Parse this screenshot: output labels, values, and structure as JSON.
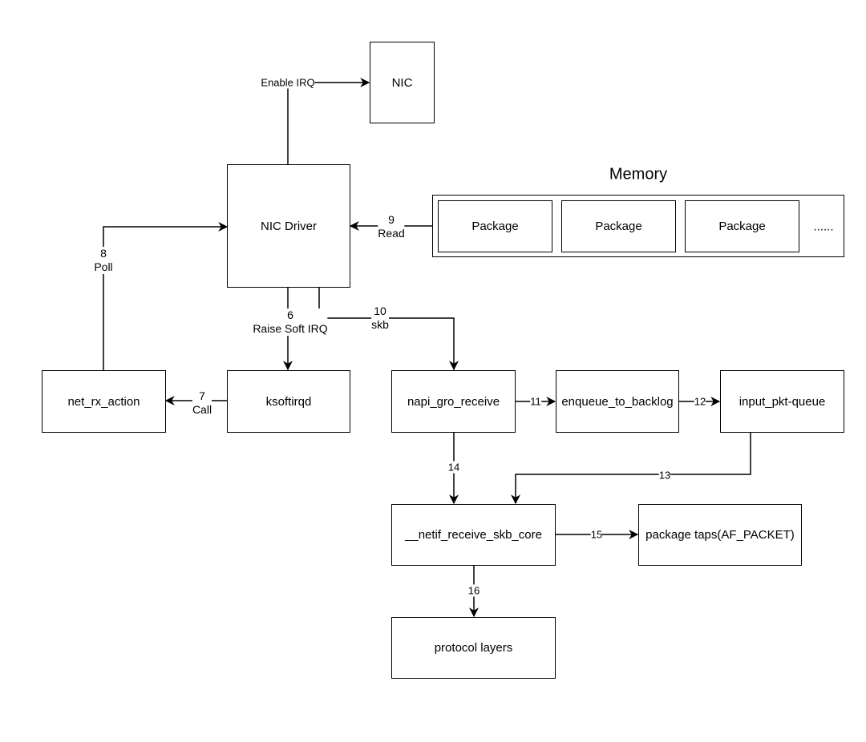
{
  "nodes": {
    "nic": "NIC",
    "nic_driver": "NIC Driver",
    "net_rx_action": "net_rx_action",
    "ksoftirqd": "ksoftirqd",
    "napi_gro_receive": "napi_gro_receive",
    "enqueue_to_backlog": "enqueue_to_backlog",
    "input_pkt_queue": "input_pkt-queue",
    "netif_receive_skb_core": "__netif_receive_skb_core",
    "package_taps": "package taps(AF_PACKET)",
    "protocol_layers": "protocol layers"
  },
  "memory": {
    "title": "Memory",
    "packages": [
      "Package",
      "Package",
      "Package"
    ],
    "ellipsis": "......"
  },
  "edges": {
    "enable_irq": "Enable IRQ",
    "e6_num": "6",
    "e6_text": "Raise Soft IRQ",
    "e7_num": "7",
    "e7_text": "Call",
    "e8_num": "8",
    "e8_text": "Poll",
    "e9_num": "9",
    "e9_text": "Read",
    "e10_num": "10",
    "e10_text": "skb",
    "e11": "11",
    "e12": "12",
    "e13": "13",
    "e14": "14",
    "e15": "15",
    "e16": "16"
  }
}
